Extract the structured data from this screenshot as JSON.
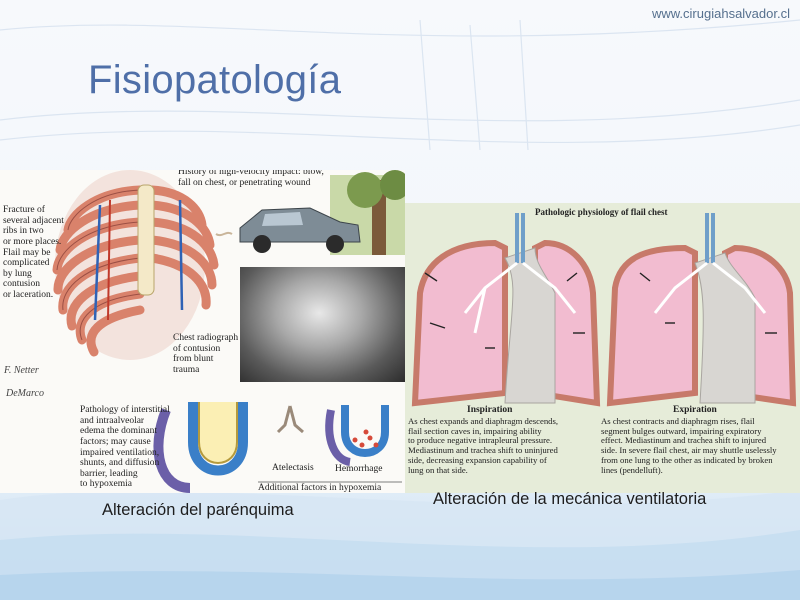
{
  "header": {
    "site_url": "www.cirugiahsalvador.cl",
    "title": "Fisiopatología"
  },
  "left_figure": {
    "fracture_text": "Fracture of\nseveral adjacent\nribs in two\nor more places.\nFlail may be\ncomplicated\nby lung\ncontusion\nor laceration.",
    "history_text": "History of high-velocity impact: blow,\nfall on chest, or penetrating wound",
    "radiograph_text": "Chest radiograph\nof contusion\nfrom blunt\ntrauma",
    "pathology_text": "Pathology of interstitial\nand intraalveolar\nedema the dominant\nfactors; may cause\nimpaired ventilation,\nshunts, and diffusion\nbarrier, leading\nto hypoxemia",
    "atelectasis_label": "Atelectasis",
    "hemorrhage_label": "Hemorrhage",
    "additional_factors": "Additional factors in hypoxemia",
    "signature_1": "F. Netter",
    "signature_2": "DeMarco"
  },
  "right_figure": {
    "title": "Pathologic physiology of flail chest",
    "inspiration_heading": "Inspiration",
    "inspiration_text": "As chest expands and diaphragm descends,\nflail section caves in, impairing ability\nto produce negative intrapleural pressure.\nMediastinum and trachea shift to uninjured\nside, decreasing expansion capability of\nlung on that side.",
    "expiration_heading": "Expiration",
    "expiration_text": "As chest contracts and diaphragm rises, flail\nsegment bulges outward, impairing expiratory\neffect. Mediastinum and trachea shift to injured\nside. In severe flail chest, air may shuttle uselessly\nfrom one lung to the other as indicated by broken\nlines (pendelluft)."
  },
  "captions": {
    "left": "Alteración del parénquima",
    "right": "Alteración de la mecánica ventilatoria"
  },
  "colors": {
    "title": "#4f6fa8",
    "lung_pink": "#f2bcd0",
    "mediastinum_gray": "#d8d6d2",
    "chest_wall": "#c77a6a",
    "rib": "#d9826b"
  }
}
